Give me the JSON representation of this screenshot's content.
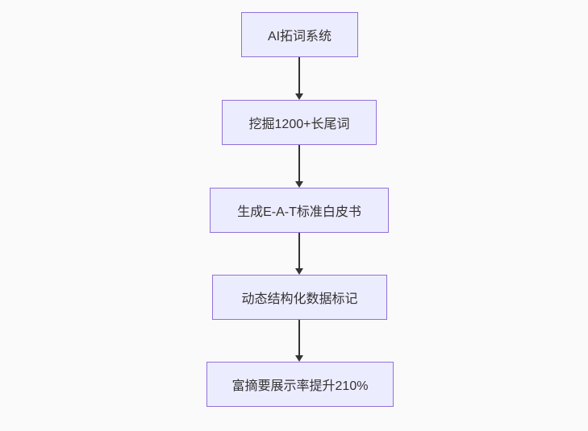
{
  "diagram": {
    "type": "flowchart",
    "orientation": "top-down",
    "nodes": [
      {
        "id": "n1",
        "label": "AI拓词系统"
      },
      {
        "id": "n2",
        "label": "挖掘1200+长尾词"
      },
      {
        "id": "n3",
        "label": "生成E-A-T标准白皮书"
      },
      {
        "id": "n4",
        "label": "动态结构化数据标记"
      },
      {
        "id": "n5",
        "label": "富摘要展示率提升210%"
      }
    ],
    "edges": [
      {
        "from": "n1",
        "to": "n2"
      },
      {
        "from": "n2",
        "to": "n3"
      },
      {
        "from": "n3",
        "to": "n4"
      },
      {
        "from": "n4",
        "to": "n5"
      }
    ],
    "colors": {
      "node_fill": "#ececff",
      "node_border": "#9370db",
      "node_text": "#333333",
      "arrow": "#333333",
      "background": "#fafafa"
    }
  }
}
